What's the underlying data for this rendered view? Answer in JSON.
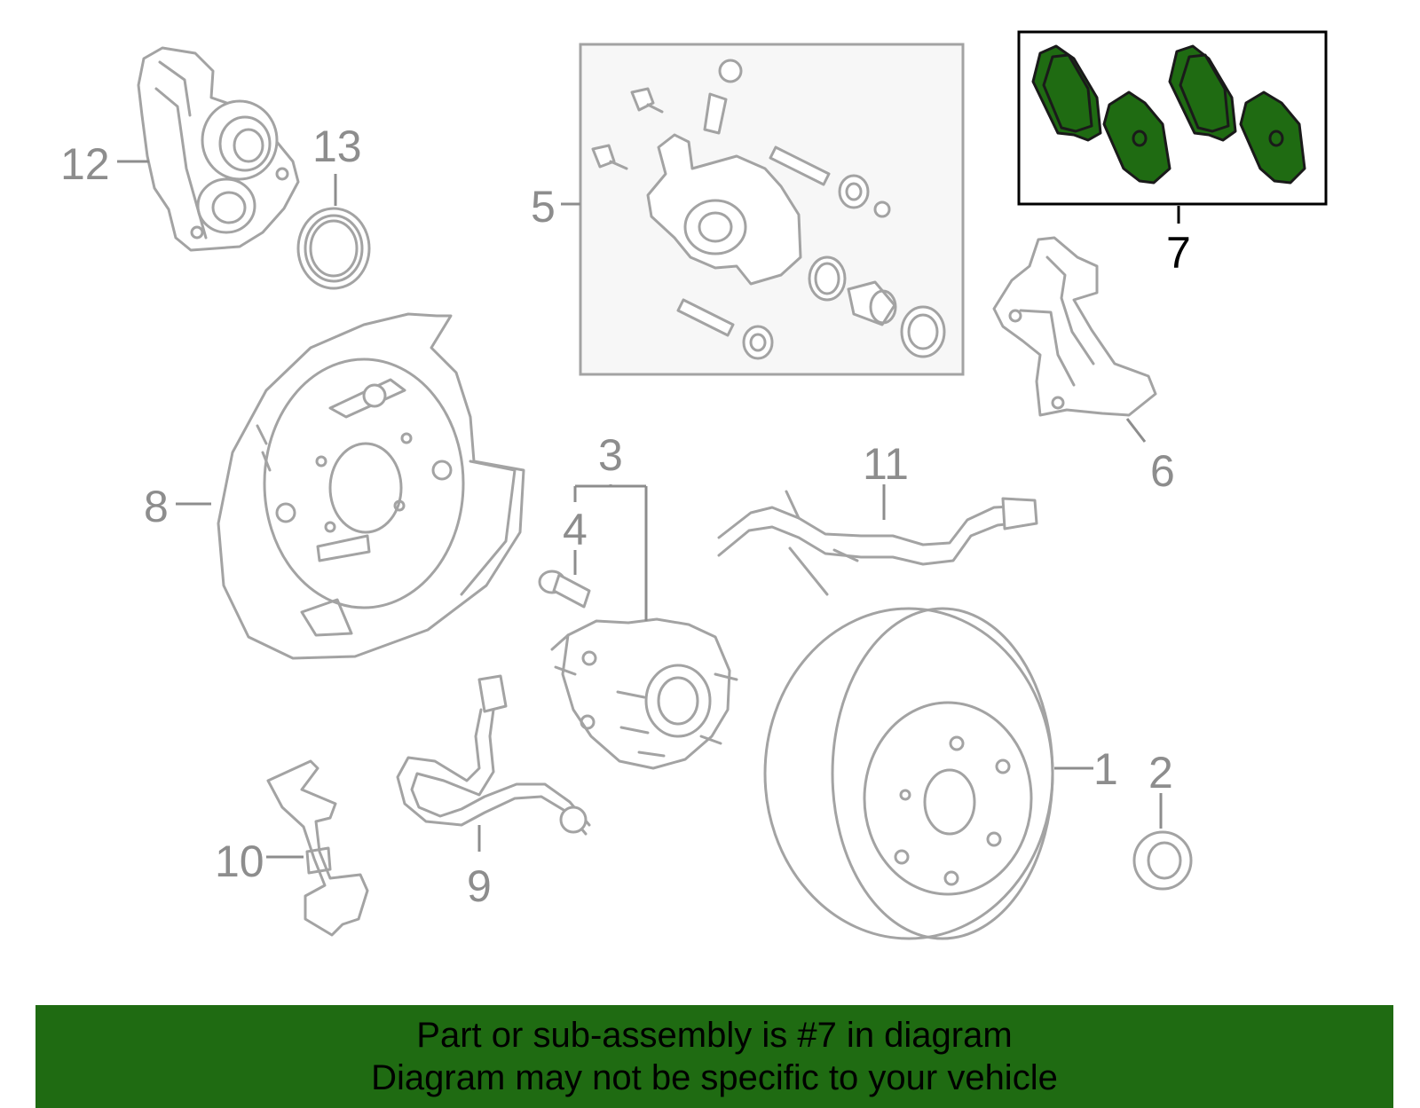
{
  "callouts": {
    "c1": "1",
    "c2": "2",
    "c3": "3",
    "c4": "4",
    "c5": "5",
    "c6": "6",
    "c7": "7",
    "c8": "8",
    "c9": "9",
    "c10": "10",
    "c11": "11",
    "c12": "12",
    "c13": "13"
  },
  "colors": {
    "highlight_fill": "#1f6b12",
    "banner_bg": "#1f6b12",
    "line_gray": "#a3a3a3",
    "label_gray": "#8d8d8d",
    "active_label": "#000000",
    "group_box_fill": "#f7f7f7"
  },
  "banner": {
    "line1": "Part or sub-assembly is #7 in diagram",
    "line2": "Diagram may not be specific to your vehicle"
  }
}
